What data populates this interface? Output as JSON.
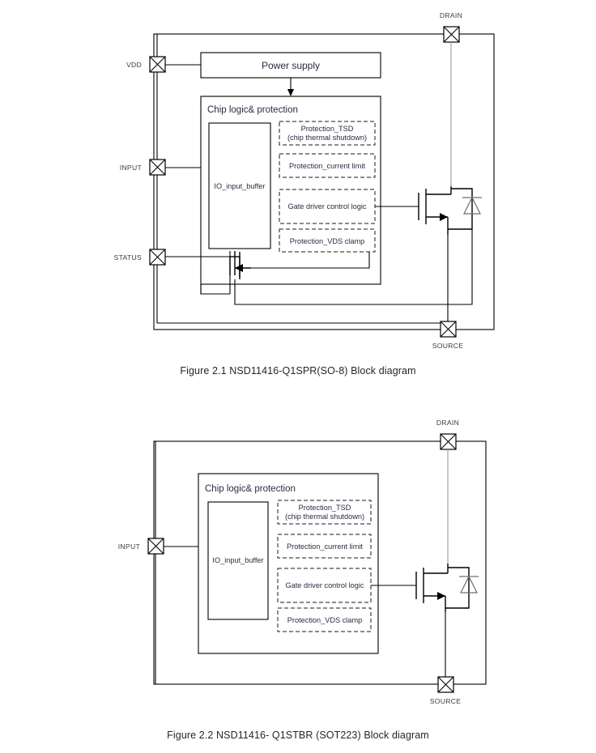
{
  "document": {
    "type": "datasheet-block-diagrams",
    "figure_count": 2
  },
  "figures": [
    {
      "id": "figure-2-1",
      "caption": "Figure 2.1 NSD11416-Q1SPR(SO-8) Block diagram",
      "pins": {
        "vdd": "VDD",
        "input": "INPUT",
        "status": "STATUS",
        "drain": "DRAIN",
        "source": "SOURCE"
      },
      "blocks": {
        "power_supply": "Power supply",
        "chip_logic": "Chip logic& protection",
        "io_buffer": "IO_input_buffer",
        "tsd_line1": "Protection_TSD",
        "tsd_line2": "(chip thermal shutdown)",
        "current_limit": "Protection_current limit",
        "gate_driver": "Gate driver control logic",
        "vds_clamp": "Protection_VDS clamp"
      }
    },
    {
      "id": "figure-2-2",
      "caption": "Figure 2.2 NSD11416- Q1STBR (SOT223) Block diagram",
      "pins": {
        "input": "INPUT",
        "drain": "DRAIN",
        "source": "SOURCE"
      },
      "blocks": {
        "chip_logic": "Chip logic& protection",
        "io_buffer": "IO_input_buffer",
        "tsd_line1": "Protection_TSD",
        "tsd_line2": "(chip thermal shutdown)",
        "current_limit": "Protection_current limit",
        "gate_driver": "Gate driver control logic",
        "vds_clamp": "Protection_VDS clamp"
      }
    }
  ],
  "colors": {
    "wire": "#000000",
    "text": "#2b2b44",
    "caption": "#262626",
    "diode": "#6f6f6f",
    "background": "#ffffff"
  }
}
